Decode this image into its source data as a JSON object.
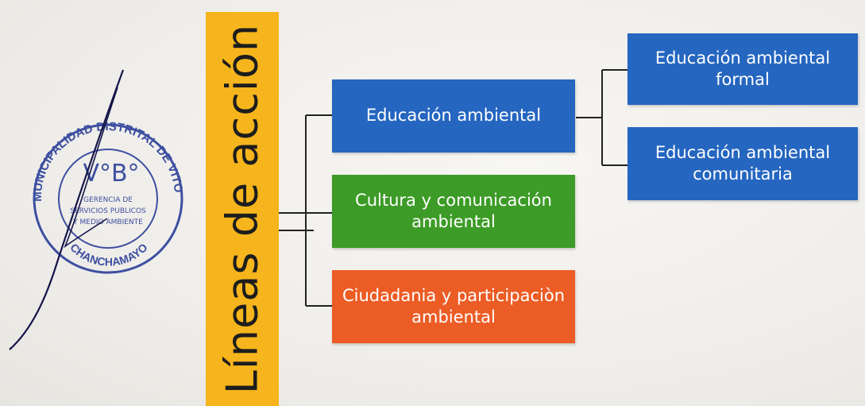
{
  "title": "Líneas de acción",
  "branches": [
    {
      "label": "Educación ambiental",
      "color": "#2566c0"
    },
    {
      "label": "Cultura y comunicación ambiental",
      "color": "#3d9b27"
    },
    {
      "label": "Ciudadania y participaciòn ambiental",
      "color": "#ec5c25"
    }
  ],
  "sub_branches": [
    {
      "label": "Educación ambiental formal",
      "color": "#2566c0"
    },
    {
      "label": "Educación ambiental comunitaria",
      "color": "#2566c0"
    }
  ],
  "seal": {
    "outer_text": "MUNICIPALIDAD DISTRITAL DE VITOC",
    "bottom_text": "CHANCHAMAYO",
    "center_mark": "V°B°",
    "inner_lines": [
      "GERENCIA DE",
      "SERVICIOS PUBLICOS",
      "Y MEDIO AMBIENTE"
    ],
    "color": "#3d4fa0"
  }
}
